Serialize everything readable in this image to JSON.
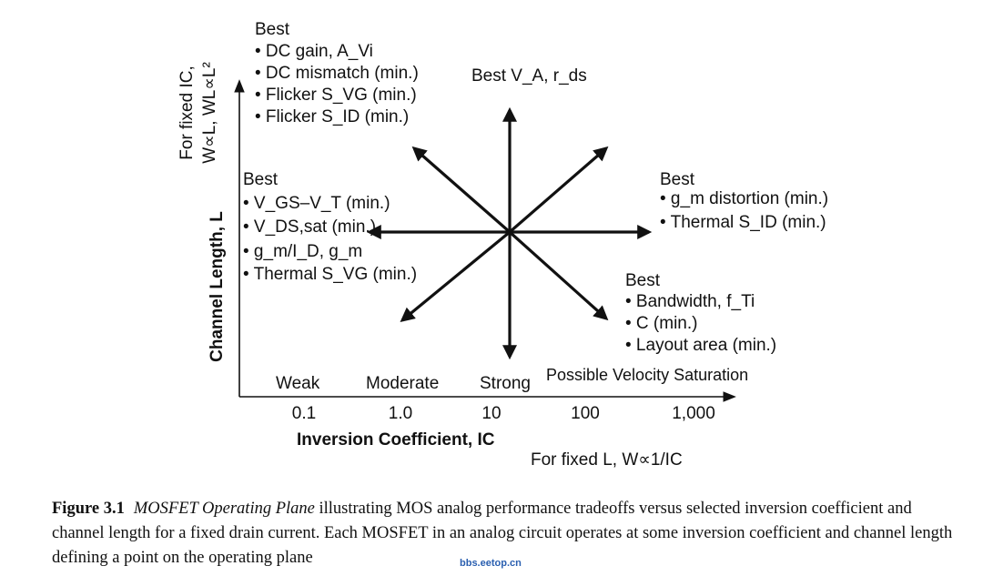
{
  "colors": {
    "ink": "#111111",
    "watermark": "#2a5fb0"
  },
  "y_axis": {
    "label": "Channel Length, L",
    "note_line1": "For fixed IC,",
    "note_line2": "W∝L, WL∝L²"
  },
  "x_axis": {
    "label": "Inversion Coefficient, IC",
    "note": "For fixed L, W∝1/IC",
    "regions": [
      "Weak",
      "Moderate",
      "Strong",
      "Possible Velocity Saturation"
    ],
    "ticks": [
      "0.1",
      "1.0",
      "10",
      "100",
      "1,000"
    ]
  },
  "groups": {
    "top_left": {
      "title": "Best",
      "items": [
        "• DC gain, A_Vi",
        "• DC mismatch (min.)",
        "• Flicker S_VG (min.)",
        "• Flicker S_ID (min.)"
      ]
    },
    "top": {
      "title": "Best V_A, r_ds"
    },
    "left": {
      "title": "Best",
      "items": [
        "• V_GS–V_T (min.)",
        "• V_DS,sat (min.)",
        "• g_m/I_D, g_m",
        "• Thermal S_VG (min.)"
      ]
    },
    "right": {
      "title": "Best",
      "items": [
        "• g_m distortion (min.)",
        "• Thermal S_ID (min.)"
      ]
    },
    "bottom_right": {
      "title": "Best",
      "items": [
        "• Bandwidth, f_Ti",
        "• C (min.)",
        "• Layout area (min.)"
      ]
    }
  },
  "caption": {
    "number": "Figure 3.1",
    "title": "MOSFET Operating Plane",
    "text": "illustrating MOS analog performance tradeoffs versus selected inversion coefficient and channel length for a fixed drain current. Each MOSFET in an analog circuit operates at some inversion coefficient and channel length defining a point on the operating plane"
  },
  "watermark": "bbs.eetop.cn"
}
